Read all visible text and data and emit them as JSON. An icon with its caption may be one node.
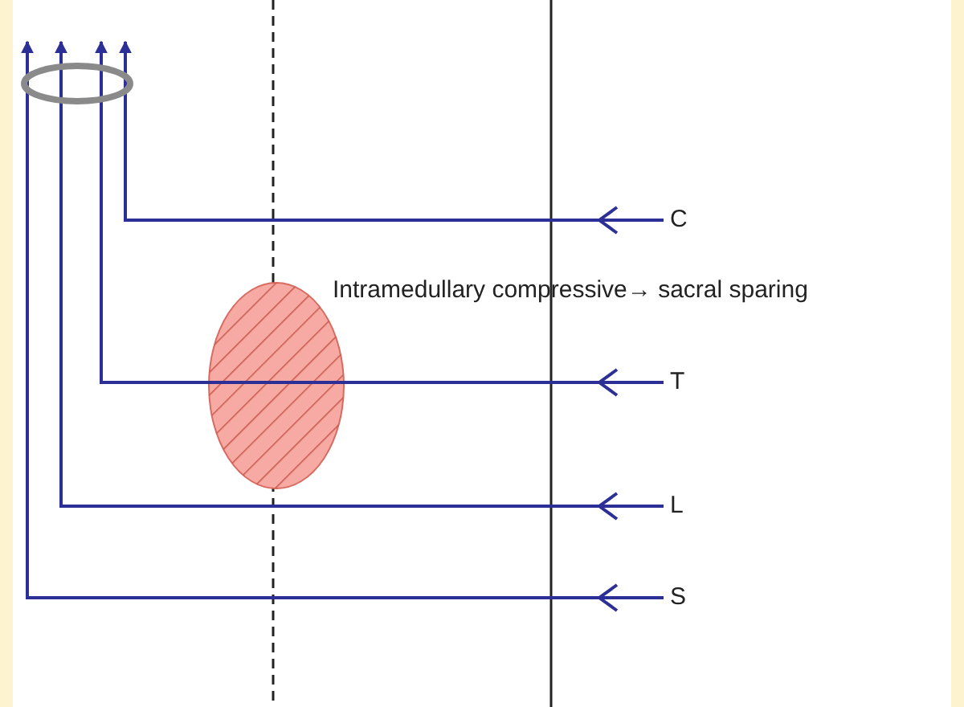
{
  "diagram": {
    "nodes": [
      {
        "text": [
          "C"
        ]
      },
      {
        "text": [
          "T"
        ]
      },
      {
        "text": [
          "L"
        ]
      },
      {
        "text": [
          "S"
        ]
      }
    ],
    "edges": [
      {
        "from": 0,
        "to": null,
        "arrow": "to"
      },
      {
        "from": 1,
        "to": null,
        "arrow": "to"
      },
      {
        "from": 2,
        "to": null,
        "arrow": "to"
      },
      {
        "from": 3,
        "to": null,
        "arrow": "to"
      }
    ],
    "labels": [
      "Intramedullary compressive→ sacral sparing"
    ]
  }
}
